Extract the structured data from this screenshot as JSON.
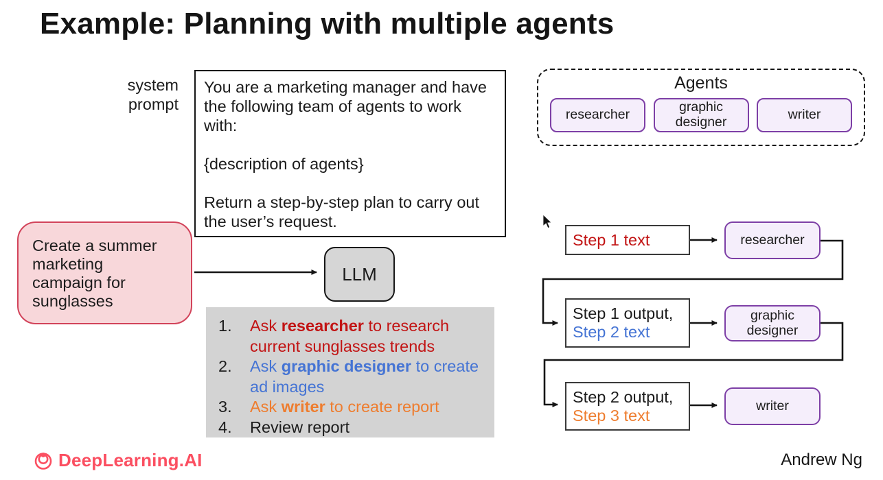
{
  "title": "Example: Planning with multiple agents",
  "system_prompt": {
    "label": "system prompt",
    "paragraphs": [
      "You are a marketing manager and have the following team of agents to work with:",
      "{description of agents}",
      "Return a step-by-step plan to carry out the user’s request."
    ]
  },
  "agents_panel": {
    "title": "Agents",
    "agents": [
      "researcher",
      "graphic designer",
      "writer"
    ]
  },
  "user_request": "Create a summer\nmarketing\ncampaign for\nsunglasses",
  "llm_label": "LLM",
  "plan": {
    "items": [
      {
        "number": "1.",
        "prefix": "Ask ",
        "bold": "researcher",
        "suffix": " to research current sunglasses trends",
        "color": "red"
      },
      {
        "number": "2.",
        "prefix": "Ask ",
        "bold": "graphic designer",
        "suffix": " to create ad images",
        "color": "blue"
      },
      {
        "number": "3.",
        "prefix": "Ask ",
        "bold": "writer",
        "suffix": " to create report",
        "color": "orange"
      },
      {
        "number": "4.",
        "prefix": "",
        "bold": "",
        "suffix": "Review report",
        "color": "ink"
      }
    ]
  },
  "flow": {
    "rows": [
      {
        "lines": [
          {
            "text": "Step 1 text",
            "color": "red"
          }
        ],
        "agent": "researcher"
      },
      {
        "lines": [
          {
            "text": "Step 1 output,",
            "color": "ink"
          },
          {
            "text": "Step 2 text",
            "color": "blue"
          }
        ],
        "agent": "graphic designer"
      },
      {
        "lines": [
          {
            "text": "Step 2 output,",
            "color": "ink"
          },
          {
            "text": "Step 3 text",
            "color": "orange"
          }
        ],
        "agent": "writer"
      }
    ]
  },
  "footer": {
    "brand": "DeepLearning.AI",
    "author": "Andrew Ng"
  },
  "colors": {
    "ink": "#1c1c1c",
    "red": "#c21414",
    "blue": "#4574d4",
    "orange": "#ee7d2f",
    "purple_border": "#7d3fa6",
    "purple_fill": "#f5eefb",
    "pink_border": "#d2435a",
    "pink_fill": "#f8d7da",
    "gray_fill": "#d3d3d3",
    "brand": "#fb4f61"
  }
}
